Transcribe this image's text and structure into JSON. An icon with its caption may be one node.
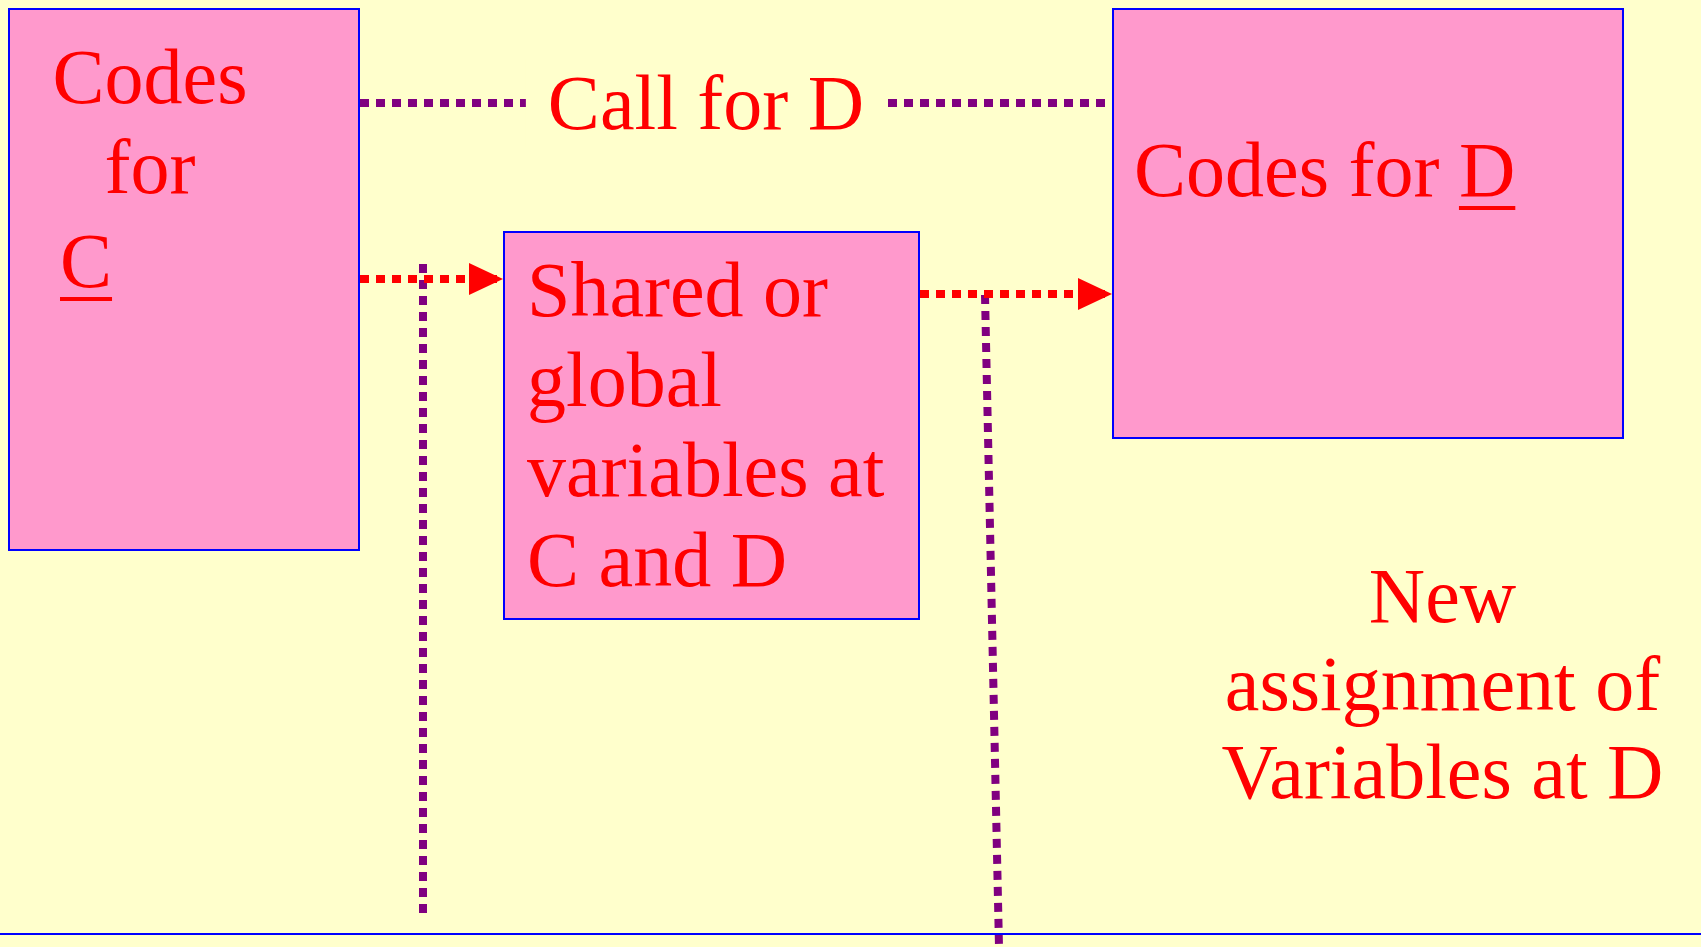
{
  "diagram": {
    "nodes": [
      {
        "text": [
          "Codes for",
          "C"
        ]
      },
      {
        "text": [
          "Shared or global variables at C and D"
        ]
      },
      {
        "text": [
          "Codes for",
          "D"
        ]
      }
    ],
    "edges": [
      {
        "from": 0,
        "to": 2,
        "arrow": "none",
        "label": "Call for D",
        "style": "dashed",
        "color": "#800080"
      },
      {
        "from": 0,
        "to": 1,
        "arrow": "to",
        "style": "dashed",
        "color": "#ff0000"
      },
      {
        "from": 1,
        "to": 2,
        "arrow": "to",
        "style": "dashed",
        "color": "#ff0000"
      }
    ],
    "labels": [
      "New assignment of Variables at D"
    ]
  }
}
